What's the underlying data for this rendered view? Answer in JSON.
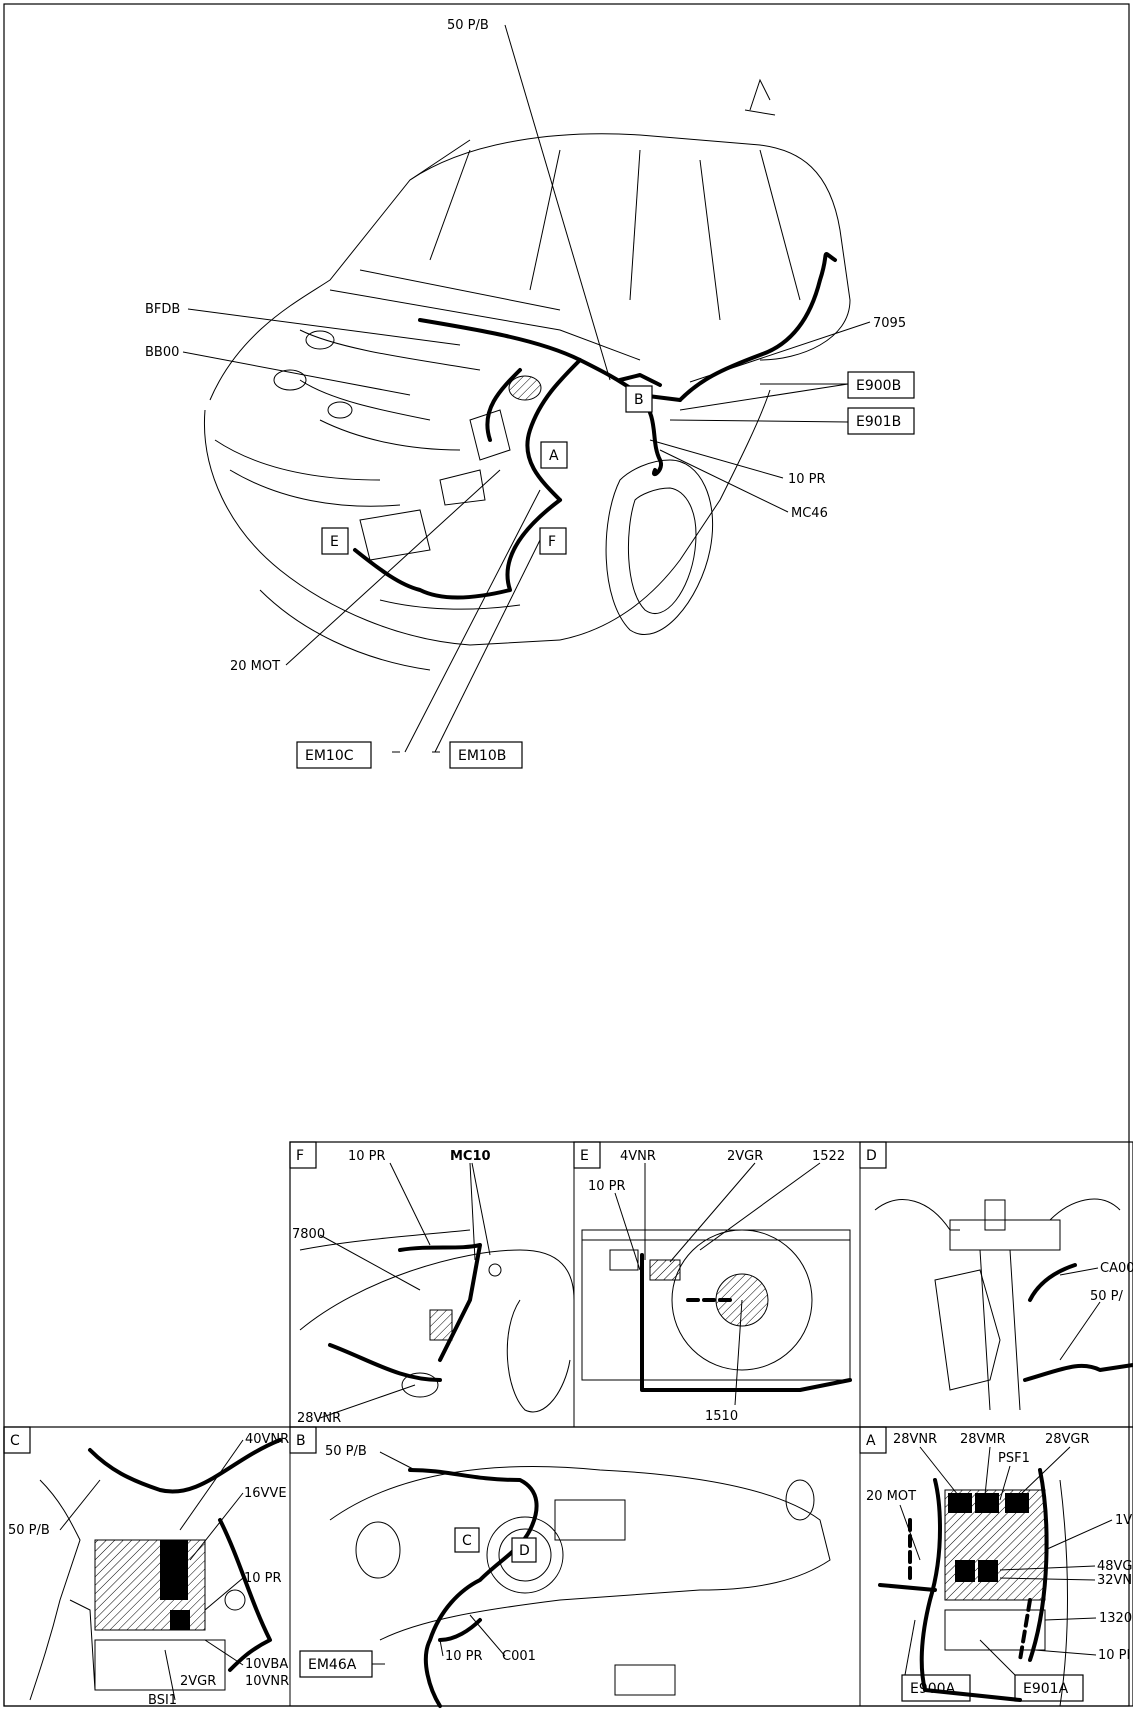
{
  "main_view": {
    "callouts": [
      "50 P/B",
      "BFDB",
      "BB00",
      "7095",
      "10 PR",
      "MC46",
      "20 MOT"
    ],
    "boxed_labels": [
      "E900B",
      "E901B",
      "EM10C",
      "EM10B"
    ],
    "zone_markers": [
      "A",
      "B",
      "E",
      "F"
    ]
  },
  "detail_panels": {
    "F": {
      "letter": "F",
      "labels": [
        "10 PR",
        "MC10",
        "7800",
        "28VNR"
      ]
    },
    "E": {
      "letter": "E",
      "labels": [
        "4VNR",
        "2VGR",
        "1522",
        "10 PR",
        "1510"
      ]
    },
    "D": {
      "letter": "D",
      "labels": [
        "CA00",
        "50 P/"
      ]
    },
    "C": {
      "letter": "C",
      "labels": [
        "40VNR",
        "16VVE",
        "50 P/B",
        "10 PR",
        "10VBA",
        "10VNR",
        "2VGR",
        "BSI1"
      ]
    },
    "B": {
      "letter": "B",
      "labels": [
        "50 P/B",
        "C001",
        "10 PR"
      ],
      "markers": [
        "C",
        "D"
      ],
      "boxed": [
        "EM46A"
      ]
    },
    "A": {
      "letter": "A",
      "labels": [
        "28VNR",
        "28VMR",
        "28VGR",
        "PSF1",
        "20 MOT",
        "1V",
        "48VG",
        "32VN",
        "1320",
        "10 PI"
      ],
      "boxed": [
        "E900A",
        "E901A"
      ]
    }
  }
}
